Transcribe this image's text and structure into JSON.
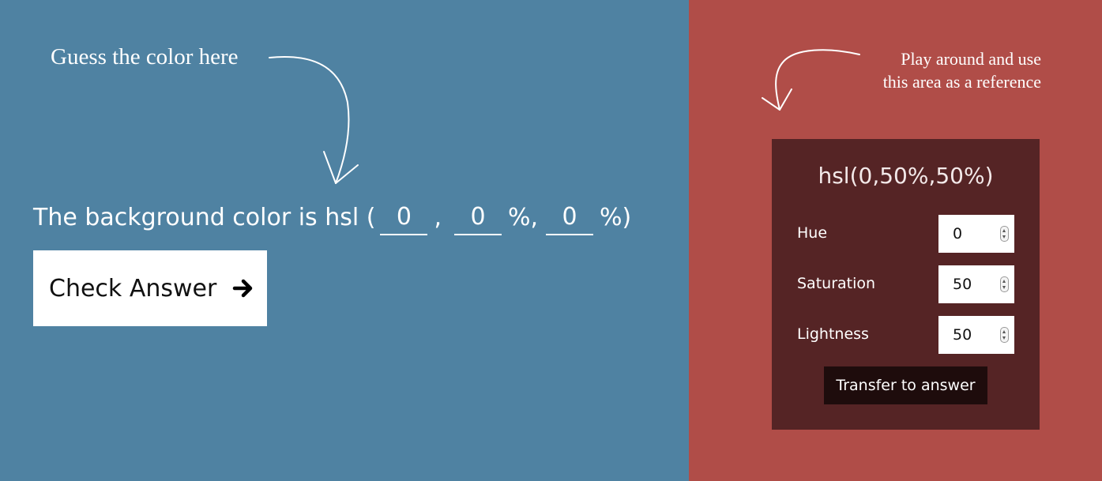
{
  "colors": {
    "guess_background": "#4f82a2",
    "reference_background": "#b04d48",
    "reference_panel": "#552425",
    "transfer_button": "#1e0c0c"
  },
  "annotations": {
    "guess": "Guess the color here",
    "reference_line1": "Play around and use",
    "reference_line2": "this area as a reference"
  },
  "question": {
    "prefix": "The background color is hsl (",
    "sep1": ",",
    "sep2": "%,",
    "suffix": "%)",
    "hue_value": "0",
    "saturation_value": "0",
    "lightness_value": "0"
  },
  "check_button": {
    "label": "Check Answer",
    "icon": "arrow-right-icon"
  },
  "reference": {
    "title": "hsl(0,50%,50%)",
    "hue": {
      "label": "Hue",
      "value": "0"
    },
    "saturation": {
      "label": "Saturation",
      "value": "50"
    },
    "lightness": {
      "label": "Lightness",
      "value": "50"
    },
    "transfer_label": "Transfer to answer"
  }
}
